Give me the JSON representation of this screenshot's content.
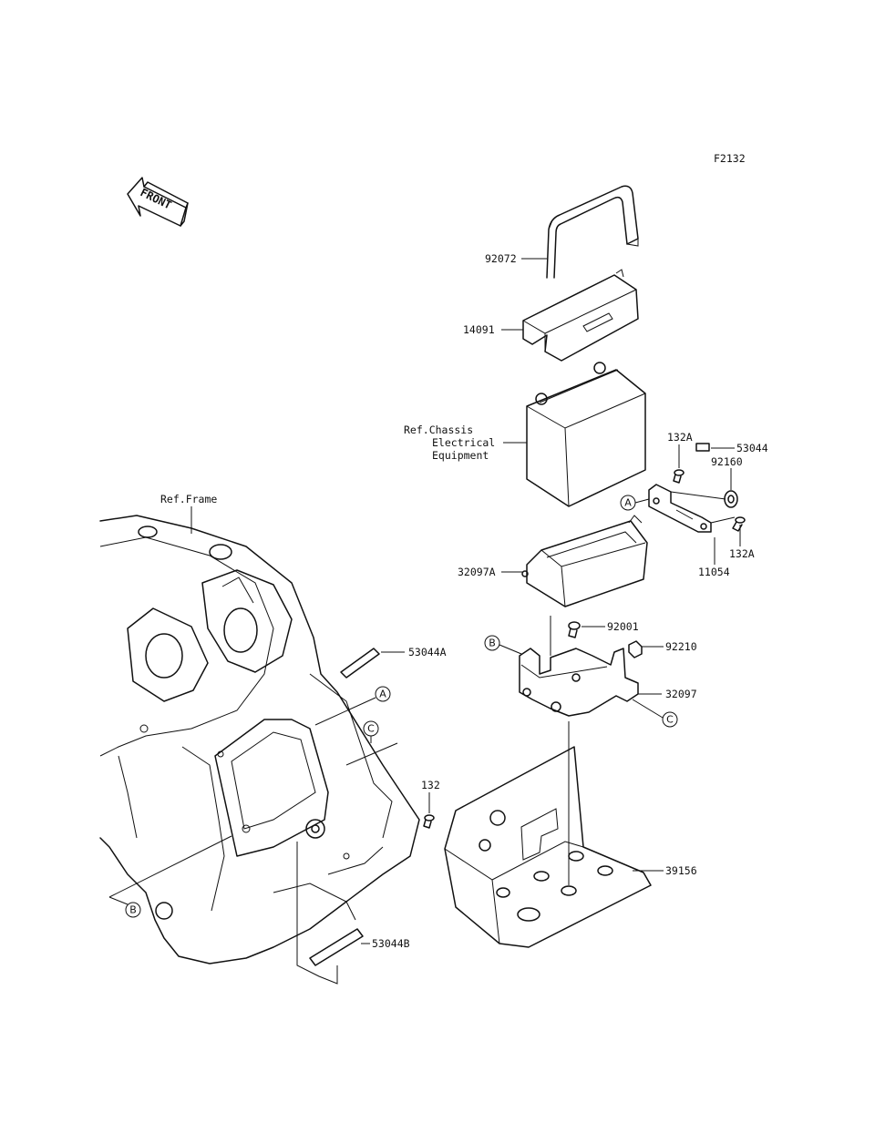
{
  "figure_code": "F2132",
  "front_label": "FRONT",
  "references": {
    "frame": "Ref.Frame",
    "chassis_line1": "Ref.Chassis",
    "chassis_line2": "Electrical",
    "chassis_line3": "Equipment"
  },
  "parts": {
    "p92072": "92072",
    "p14091": "14091",
    "p132A_top": "132A",
    "p53044": "53044",
    "p92160": "92160",
    "p132A_bottom": "132A",
    "p11054": "11054",
    "p32097A": "32097A",
    "p92001": "92001",
    "p92210": "92210",
    "p32097": "32097",
    "p53044A": "53044A",
    "p132": "132",
    "p39156": "39156",
    "p53044B": "53044B"
  },
  "callouts": {
    "A": "A",
    "B": "B",
    "C": "C"
  }
}
